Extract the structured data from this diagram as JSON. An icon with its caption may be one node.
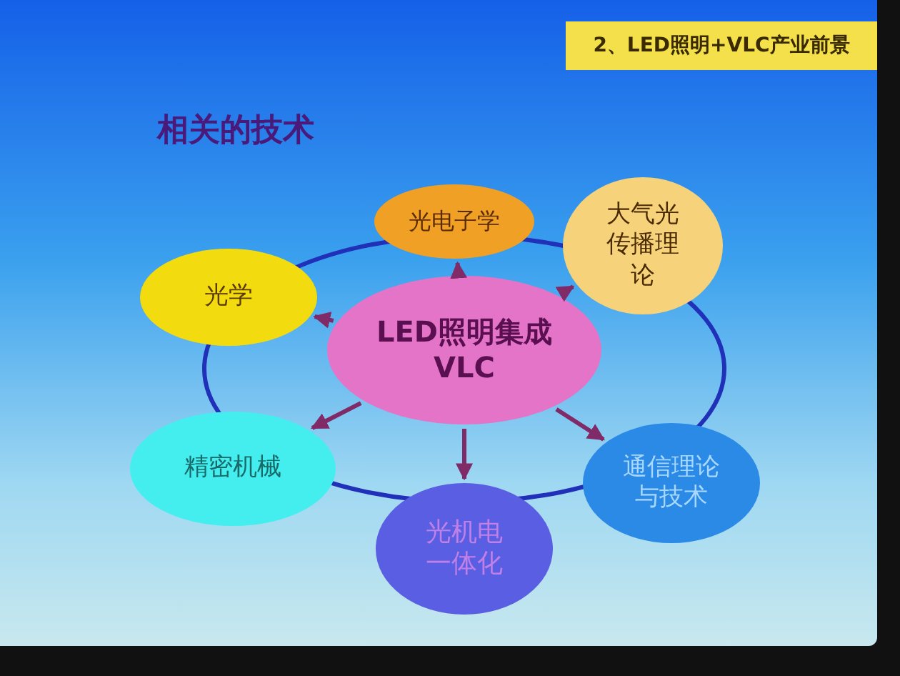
{
  "diagram": {
    "title": "2、LED照明+VLC产业前景",
    "nodes": [
      {
        "text": [
          "光电子学"
        ]
      },
      {
        "text": [
          "光学"
        ]
      },
      {
        "text": [
          "大气光传播理论"
        ]
      },
      {
        "text": [
          "LED照明集成VLC"
        ]
      },
      {
        "text": [
          "精密机械"
        ]
      },
      {
        "text": [
          "通信理论与技术"
        ]
      },
      {
        "text": [
          "光机电一体化"
        ]
      }
    ],
    "edges": [
      {
        "from": 3,
        "to": 0,
        "arrow": "to"
      },
      {
        "from": 3,
        "to": 1,
        "arrow": "to"
      },
      {
        "from": 3,
        "to": 2,
        "arrow": "to"
      },
      {
        "from": 3,
        "to": 4,
        "arrow": "to"
      },
      {
        "from": 3,
        "to": 5,
        "arrow": "to"
      },
      {
        "from": 3,
        "to": 6,
        "arrow": "to"
      }
    ],
    "labels": [
      "相关的技术"
    ]
  }
}
